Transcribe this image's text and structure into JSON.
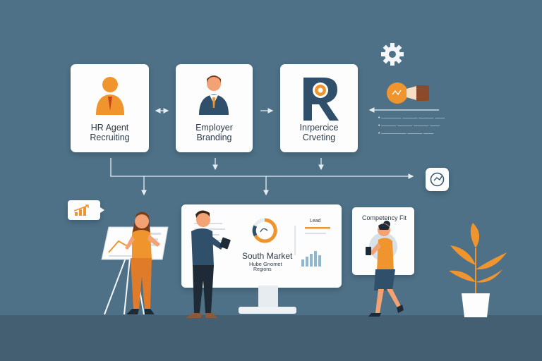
{
  "flow": {
    "cards": [
      {
        "line1": "HR Agent",
        "line2": "Recruiting",
        "icon": "person-icon",
        "accent": "#f0952e"
      },
      {
        "line1": "Employer",
        "line2": "Branding",
        "icon": "businessman-icon",
        "accent": "#2f4f6b"
      },
      {
        "line1": "Inrpercice",
        "line2": "Crveting",
        "icon": "letter-r-icon",
        "accent": "#2f4f6b"
      }
    ],
    "sidenotes": [
      "• ———— ——— ——— ——",
      "• ——— ——— ——— ——",
      "• ————— ——— ——"
    ]
  },
  "board": {
    "title": "Competency Fit"
  },
  "monitor": {
    "heading": "South Market",
    "sub1": "Hube Gnomet",
    "sub2": "Regions",
    "side_label": "Lead"
  },
  "colors": {
    "background": "#4e7187",
    "floor": "#435f71",
    "accent_orange": "#f0952e",
    "navy": "#2f4f6b",
    "connector": "#e6edf2"
  },
  "icons": [
    "gear-icon",
    "megaphone-icon",
    "chat-chart-icon",
    "target-badge-icon",
    "plant-icon",
    "donut-chart-icon",
    "bar-chart-icon"
  ]
}
